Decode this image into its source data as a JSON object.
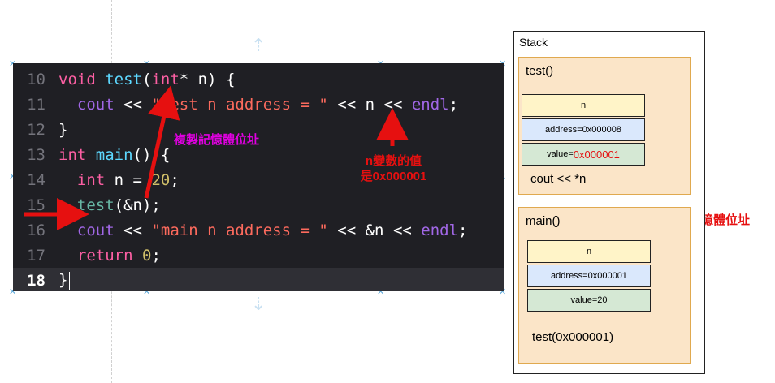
{
  "code": {
    "lines": [
      {
        "num": "10"
      },
      {
        "num": "11"
      },
      {
        "num": "12"
      },
      {
        "num": "13"
      },
      {
        "num": "14"
      },
      {
        "num": "15"
      },
      {
        "num": "16"
      },
      {
        "num": "17"
      },
      {
        "num": "18"
      }
    ],
    "tokens": {
      "void": "void",
      "test": "test",
      "paren_open": "(",
      "int": "int",
      "ptr_param": "* n) {",
      "cout": "cout",
      "shl": "<<",
      "str_test": "\"test n address = \"",
      "shl2": "<<",
      "n": "n",
      "shl3": "<<",
      "endl": "endl",
      "semi": ";",
      "close_brace": "}",
      "int2": "int",
      "main": "main",
      "main_rest": "() {",
      "int3": "int",
      "n_assign": "n = ",
      "twenty": "20",
      "semi2": ";",
      "test_call": "test",
      "test_call_rest": "(&n);",
      "cout2": "cout",
      "shl4": "<<",
      "str_main": "\"main n address = \"",
      "shl5": "<<",
      "amp_n": "&n",
      "shl6": "<<",
      "endl2": "endl",
      "semi3": ";",
      "return": "return",
      "zero": "0",
      "semi4": ";",
      "close_brace2": "}"
    }
  },
  "annotations": {
    "copy_address_left": "複製記憶體位址",
    "n_value_line1": "n變數的值",
    "n_value_line2": "是0x000001",
    "copy_address_right": "複製記憶體位址"
  },
  "stack": {
    "title": "Stack",
    "test_frame": {
      "title": "test()",
      "var_name": "n",
      "address": "address=0x000008",
      "value_prefix": "value=",
      "value_highlight": "0x000001",
      "statement": "cout << *n"
    },
    "main_frame": {
      "title": "main()",
      "var_name": "n",
      "address": "address=0x000001",
      "value": "value=20",
      "statement": "test(0x000001)"
    }
  },
  "colors": {
    "arrow_red": "#e61010",
    "annotation_magenta": "#e000e0",
    "frame_fill": "#fbe5c8",
    "name_cell": "#fff4c8",
    "address_cell": "#dae8fc",
    "value_cell": "#d5e8d4",
    "editor_bg": "#1f1f24"
  }
}
